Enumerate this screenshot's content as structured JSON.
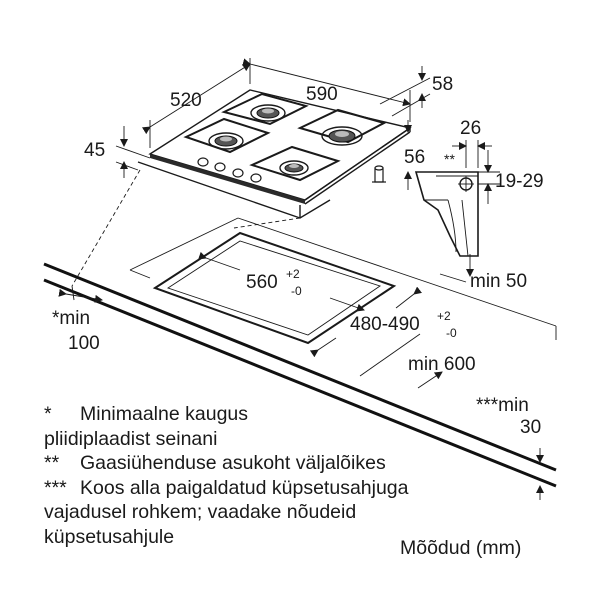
{
  "dims": {
    "d520": "520",
    "d590": "590",
    "d58": "58",
    "d45": "45",
    "d56": "56",
    "d26": "26",
    "dstar2": "**",
    "d1929": "19-29",
    "d560_main": "560",
    "d560_sup": "+2",
    "d560_sub": "-0",
    "d480_main": "480-490",
    "d480_sup": "+2",
    "d480_sub": "-0",
    "min50": "min 50",
    "min600": "min 600",
    "min100_a": "*min",
    "min100_b": "100",
    "min30_a": "***min",
    "min30_b": "30"
  },
  "notes": [
    {
      "mark": "*",
      "line1": "Minimaalne kaugus",
      "line2": "pliidiplaadist seinani"
    },
    {
      "mark": "**",
      "line1": "Gaasiühenduse asukoht väljalõikes",
      "line2": ""
    },
    {
      "mark": "***",
      "line1": "Koos alla paigaldatud küpsetusahjuga",
      "line2": "vajadusel rohkem; vaadake nõudeid",
      "line3": "küpsetusahjule"
    }
  ],
  "units_label": "Mõõdud (mm)"
}
